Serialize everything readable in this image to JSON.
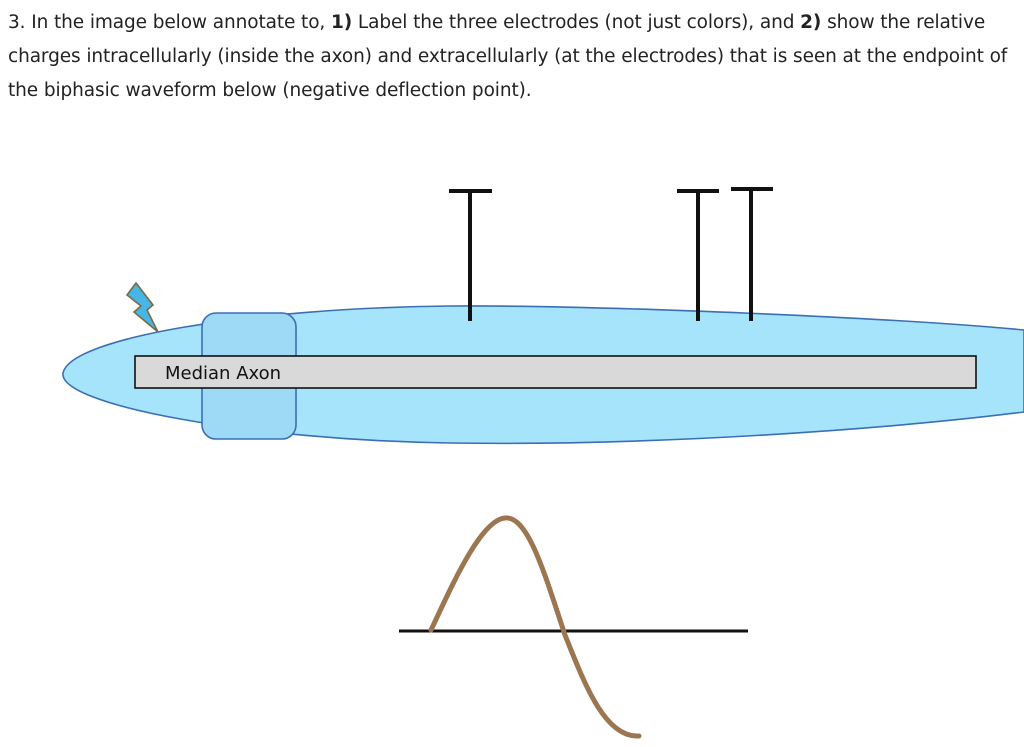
{
  "question": {
    "number": "3.",
    "intro": "In the image below annotate to,",
    "part1_marker": "1)",
    "part1_text": "Label the three electrodes (not just colors), and",
    "part2_marker": "2)",
    "part2_text": "show the relative charges intracellularly (inside the axon) and extracellularly (at the electrodes) that is seen at the endpoint of the biphasic waveform below (negative deflection point)."
  },
  "diagram": {
    "axon_label": "Median Axon",
    "electrodes": [
      {
        "id": "electrode-1"
      },
      {
        "id": "electrode-2"
      },
      {
        "id": "electrode-3"
      }
    ],
    "colors": {
      "axon_fill": "#a6e4fb",
      "axon_stroke": "#3a6fb5",
      "myelin_fill": "#9ed9f5",
      "rod_fill": "#d9d9d9",
      "rod_stroke": "#111111",
      "electrode": "#111111",
      "waveform": "#9c7650",
      "baseline": "#111111",
      "stimulus_fill": "#47b6e6",
      "stimulus_stroke": "#7a6a45"
    }
  }
}
